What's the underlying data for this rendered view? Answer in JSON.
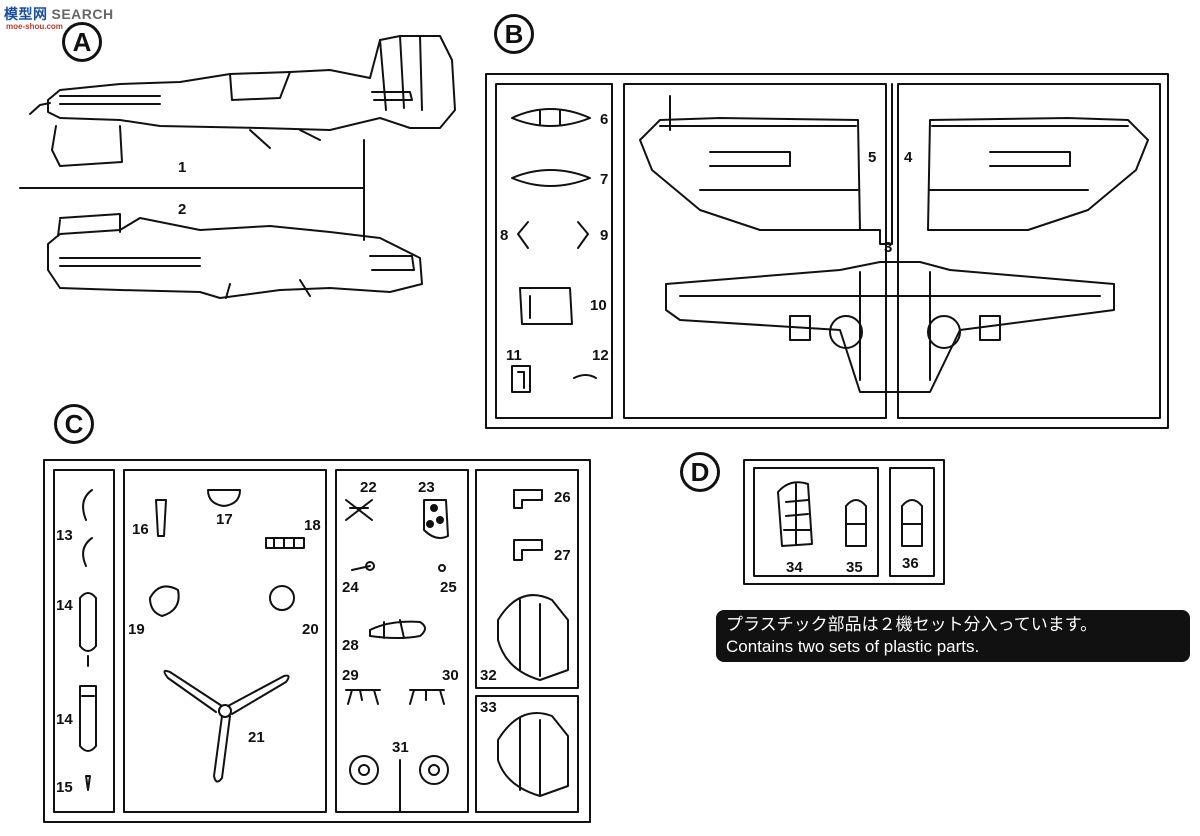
{
  "watermark": {
    "text_1": "模型网",
    "text_2": "SEARCH",
    "sub": "moe-shou.com"
  },
  "sections": {
    "A": "A",
    "B": "B",
    "C": "C",
    "D": "D"
  },
  "parts": {
    "p1": "1",
    "p2": "2",
    "p3": "3",
    "p4": "4",
    "p5": "5",
    "p6": "6",
    "p7": "7",
    "p8": "8",
    "p9": "9",
    "p10": "10",
    "p11": "11",
    "p12": "12",
    "p13": "13",
    "p14a": "14",
    "p14b": "14",
    "p15": "15",
    "p16": "16",
    "p17": "17",
    "p18": "18",
    "p19": "19",
    "p20": "20",
    "p21": "21",
    "p22": "22",
    "p23": "23",
    "p24": "24",
    "p25": "25",
    "p26": "26",
    "p27": "27",
    "p28": "28",
    "p29": "29",
    "p30": "30",
    "p31": "31",
    "p32": "32",
    "p33": "33",
    "p34": "34",
    "p35": "35",
    "p36": "36"
  },
  "notice": {
    "japanese": "プラスチック部品は２機セット分入っています。",
    "english": "Contains two sets of plastic parts."
  }
}
